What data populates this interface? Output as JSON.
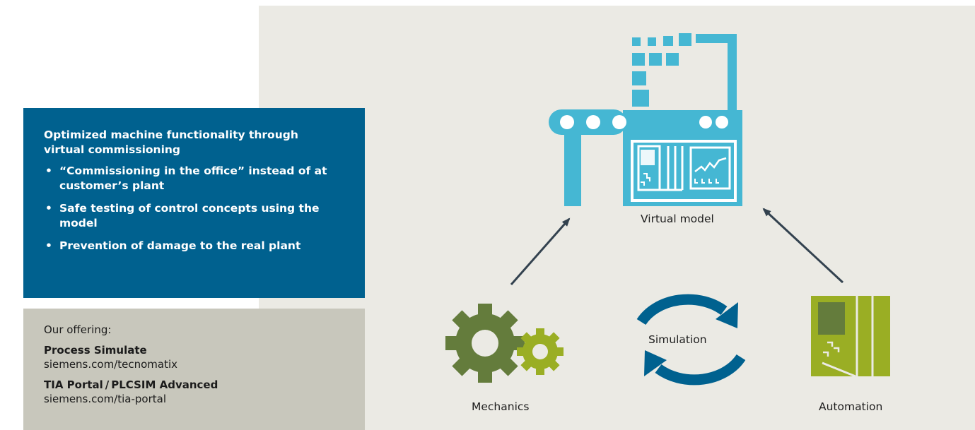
{
  "benefits": {
    "heading": "Optimized machine functionality through virtual commissioning",
    "items": [
      "“Commissioning in the office” instead of at customer’s plant",
      "Safe testing of control concepts using the model",
      "Prevention of damage to the real plant"
    ]
  },
  "offering": {
    "intro": "Our offering:",
    "products": [
      {
        "name": "Process Simulate",
        "url": "siemens.com/tecnomatix"
      },
      {
        "name": "TIA Portal / PLCSIM Advanced",
        "url": "siemens.com/tia-portal"
      }
    ]
  },
  "diagram": {
    "virtual_model_label": "Virtual model",
    "simulation_label": "Simulation",
    "mechanics_label": "Mechanics",
    "automation_label": "Automation",
    "colors": {
      "panel": "#ebeae4",
      "cyan": "#45b7d3",
      "dark_blue": "#00618f",
      "olive_green": "#647c3c",
      "lime_green": "#9aae24",
      "arrow": "#33424f"
    }
  }
}
